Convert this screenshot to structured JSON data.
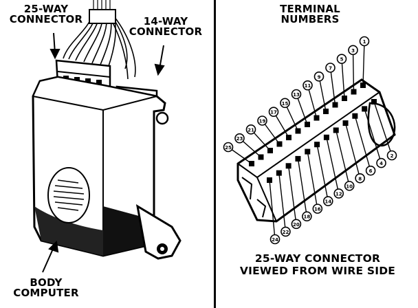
{
  "left": {
    "connector25": {
      "line1": "25-WAY",
      "line2": "CONNECTOR"
    },
    "connector14": {
      "line1": "14-WAY",
      "line2": "CONNECTOR"
    },
    "computer": {
      "line1": "BODY",
      "line2": "COMPUTER"
    }
  },
  "right": {
    "terminal": {
      "line1": "TERMINAL",
      "line2": "NUMBERS"
    },
    "caption": {
      "line1": "25-WAY CONNECTOR",
      "line2": "VIEWED FROM WIRE SIDE"
    },
    "upper_row_numbers": [
      "1",
      "3",
      "5",
      "7",
      "9",
      "11",
      "13",
      "15",
      "17",
      "19",
      "21",
      "23",
      "25"
    ],
    "lower_row_numbers": [
      "2",
      "4",
      "6",
      "8",
      "10",
      "12",
      "14",
      "16",
      "18",
      "20",
      "22",
      "24"
    ]
  }
}
